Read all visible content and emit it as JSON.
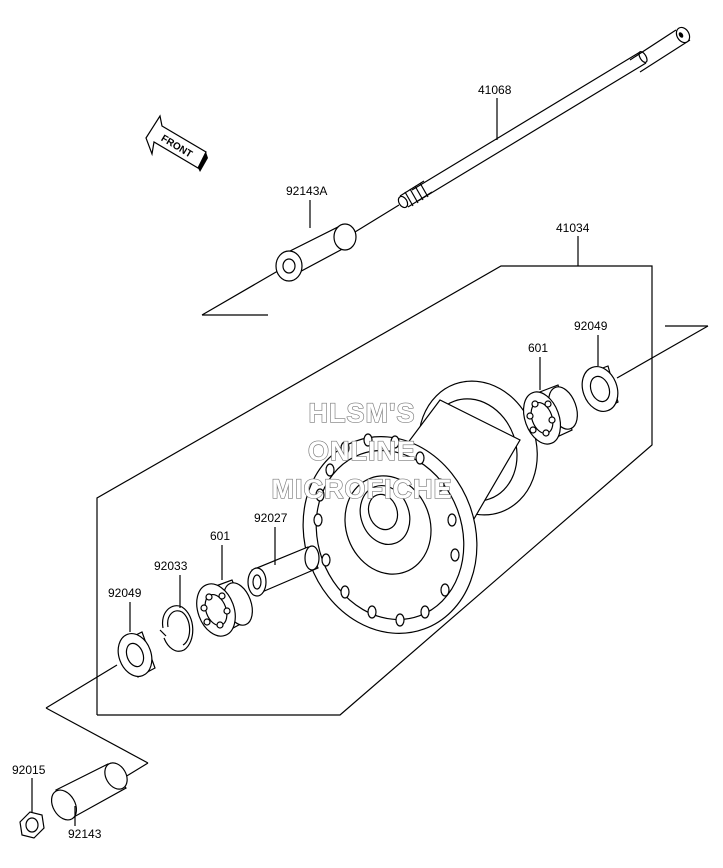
{
  "parts": {
    "p41068": "41068",
    "p92143A": "92143A",
    "p41034": "41034",
    "p92049_right": "92049",
    "p601_right": "601",
    "p92027": "92027",
    "p601_left": "601",
    "p92033": "92033",
    "p92049_left": "92049",
    "p92015": "92015",
    "p92143": "92143"
  },
  "front_arrow": "FRONT",
  "watermark": {
    "line1": "HLSM'S",
    "line2": "ONLINE",
    "line3": "MICROFICHE"
  }
}
